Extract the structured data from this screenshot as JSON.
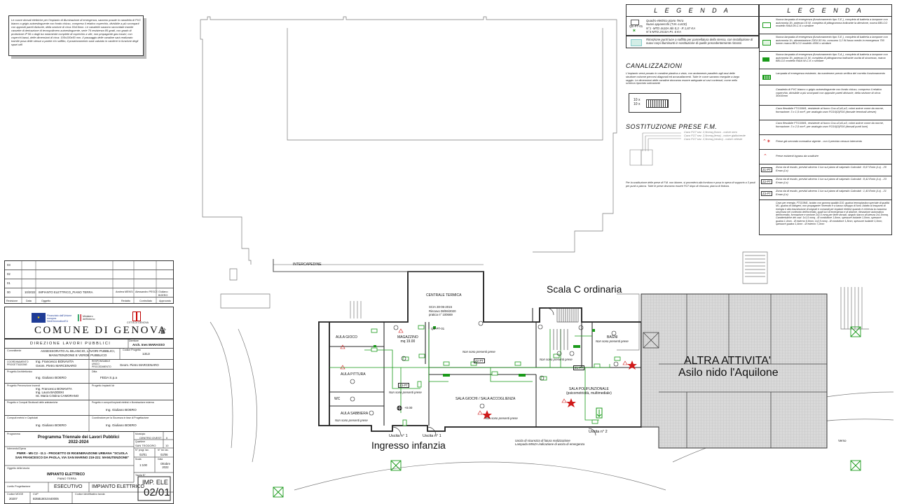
{
  "notes_box": "Le nuove dorsali elettriche per l'impianto di illuminazione di emergenza, saranno posate in canaletta di PVC bianco a grigio autoestinguente con fondo chiuso, compreso il relativo coperchio, divisibile a più scomparti con appositi pareti divisorie, della sezione di circa 30x16mm. Le canalette saranno raccordate tramite cassette di derivazione di tecnopolimero autoestinguente, serie 76 resistenza 85 gradi, con grado di protezione IP 56 o dagli iso notamente complete di coperchio a vite, non propagante gas tossici, con coperchi bassi, delle dimensioni di circa: 100x100x50 mm. Il passaggio delle canaline sarà realizzato tramite posa delle stesse a parete e/o soffitto, il posizionamento sarà valutato in cantiere in funzione degli spazi utili",
  "plan": {
    "intercapedine": "INTERCAPEDINE",
    "centrale_termica": "CENTRALE TERMICA",
    "scia": "SCIA 28-06-2015\nRinnovo 08/06/2020\npratica n° 100669",
    "scala_c": "Scala C ordinaria",
    "altra_attivita": "ALTRA ATTIVITA'",
    "asilo": "Asilo nido l'Aquilone",
    "ingresso": "Ingresso infanzia",
    "uscita1a": "Uscita n° 1",
    "uscita1b": "Uscita n° 1",
    "uscita2": "Uscita n° 2",
    "aula_gioco": "AULA GIOCO",
    "aula_pittura": "AULA PITTURA",
    "aula_sabbiera": "AULA SABBIERA",
    "magazzino": "MAGAZZINO\nmq 19.00",
    "sala_giochi": "SALA GIOCHI / SALA ACCOGLIENZA",
    "sala_poli": "SALA POLIFUNZIONALE\n(psicomotricità, multimediale)",
    "bagni": "BAGNI",
    "wc": "WC",
    "non_prese_1": "Non sono presenti prese",
    "non_prese_2": "Non sono presenti prese",
    "non_prese_3": "Non sono presenti prese",
    "non_prese_4": "Non sono presenti prese",
    "non_prese_5": "Non sono presenti prese",
    "non_prese_6": "Non sono presenti prese",
    "qe": "QE-PT-01",
    "z1": "Z1-PT",
    "z2": "Z2-PT",
    "z3": "Z3-PT",
    "quota": "+0.00",
    "verso": "Verso",
    "uscita_note": "Uscita di sicurezza di futura realizzazione\nLampada IMNZA indicazione di uscita di emergenza"
  },
  "legend_left": {
    "heading": "L E G E N D A",
    "qe_label": "QE-PT-01",
    "qe_text": "Quadro elettrico piano Terra\nNuovi apparecchi (T.M.-LUCE)\nN°1 -MTD 4x10A Idn 0,3 - R 1,67 KA\nN°4-MTD 2X10A-P.I. 6 KA",
    "rim_text": "Rimozione punti luce a soffitto per pannellatura della stessa, con installazione di nuovi corpi illuminanti in sostituzione di quelle precedentemente rimossi",
    "canal_title": "CANALIZZAZIONI",
    "canal_text": "L'impianto verrà posato in canaline plastica a vista, con andamento parallelo agli assi delle strutture colonne percorsi diagonali ed accavallamenti. Tutte le curve saranno eseguite a largo raggio. Le dimensioni delle canaline dovranno essere adeguate ai cavi contenuti, come nello schema riportato sottostante",
    "canal_row1": "10 x",
    "canal_row2": "10 x",
    "prese_title": "SOSTITUZIONE PRESE F.M.",
    "prese_line1": "Cavo FG7 sez. 2,5mmq (fuoco - colore nero",
    "prese_line2": "Cavo FG7 sez. 2,5mmq (terra) - colore giallo/verde",
    "prese_line3": "Cavo FG7 sez. 2,5mmq (neutro) - colore celeste",
    "prese_note": "Per la sostituzione delle prese di F.M. non idonee, si procederà alla fornitura e posa in opera di supporto a 3 posti per punti a placca. Tutte le prese dovranno essere FG7 dopo di chiusura, placca di finitura."
  },
  "legend_right": {
    "heading": "L E G E N D A",
    "items": [
      "Nuova lampada di emergenza (funzionamento tipo S.E.), completa di batteria a tampone con autonomia 3h, potenza 15 W, completa di pittogramma indicante la direzione, marca BELCO modello RAIA W-C-K o similare",
      "Nuova lampada di emergenza (funzionamento tipo S.E.), completa di batteria a tampone con autonomia 1h, alimentazione 230V-50 Hz, consumo 3,2 W-fusso medio in emergenza 700 lumen marca BELCO modello 4006 o similare",
      "Nuova lampada di emergenza (funzionamento tipo S.A.), completa di batteria a tampone con autonomia 3h, potenza 11 W, completa di pittogramma indicante uscita di sicurezza, marca BELCO modello RAIA W-C-K o similare",
      "Lampada di emergenza esistente, da mantenere previa verifica del corretto funzionamento",
      "Canaletta di PVC bianco o grigio autoestinguente con fondo chiuso, compreso il relativo coperchio, divisibile a più scomparti con apposite pareti divisorie, della sezione di circa: 30x16mm",
      "Cavo flessibile FTG10M1, resistente al fuoco Cca-s3,d1,a3, colori anime come da norme, formazione: 3 x 1,5 mm², per analogia cavo FG16(O)R16 (dorsale terminali utenze)",
      "Cavo flessibile FTG10M1, resistente al fuoco Cca-s3,d1,a3, colori anime come da norme, formazione: 3 x 2,5 mm², per analogia cavo FG16(O)R16 (dorsali punti luce)",
      "Prese già secondo normativa vigente - con il previsto nessun intervento",
      "Prese esistenti bypass da sostituire",
      "Zona via di esodo, previsti almeno 1 lux sul piano di calpestio Calcolati : 8,67 Emin (Lx) - 20 Emax (Lx)",
      "Zona via di esodo, previsti almeno 1 lux sul piano di calpestio Calcolati : 8,42 Emin (Lx) - 23 Emax (Lx)",
      "Zona via di esodo, previsti almeno 1 lux sul piano di calpestio Calcolati : 1,40 Emin (Lx) - 21 Emax (Lx)",
      "Cavo per energia, FTG10M1, isolato con gomma qualità G10, guaina termoplastica speciale di qualità M1, guaina di obiogeni, non propagante l'incendio e a basso sviluppo di fumi. Adatto al trasporto di energia e alla trasmissione di segnali e comandi per impianti elettrici quando è richiesta la massima sicurezza nel confronto dell'incendio, quali luci di emergenza e di allarme, rilevazione automatica dell'incendio, formazione e sezione 2x2,5 mmq per linee dorsali, singolo stacco al\\'utenza 2x1,5mmq. Caratteristiche dei cavi: 1x1,5 mmq - Ø conduttore 1,6mm, spessore isolante 1,0mm, spessore guaina 1,4mm - Ø esterno 6,9mm; 1x2,5 mmq - Ø conduttore 1,8mm, spessore isolante 1,0mm, spessore guaina 1,4mm - Ø esterno 7,2mm"
    ],
    "z_tags": [
      "Z1-PT",
      "Z2-PT",
      "Z3-PT"
    ]
  },
  "revisions": {
    "rows": [
      [
        "03",
        "",
        "",
        "",
        "",
        "",
        ""
      ],
      [
        "02",
        "",
        "",
        "",
        "",
        "",
        ""
      ],
      [
        "01",
        "",
        "",
        "",
        "",
        "",
        ""
      ],
      [
        "00",
        "10/2022",
        "IMPIANTO ELETTRICO_PIANO TERRA",
        "",
        "Andrea MENSI",
        "Alessandro PESCE",
        "Giuliano BOERO"
      ]
    ],
    "head": [
      "Revisione",
      "Data",
      "Oggetto",
      "",
      "Redatto",
      "Controllato",
      "Approvato"
    ]
  },
  "title_block": {
    "city": "COMUNE DI GENOVA",
    "dir": "DIREZIONE LAVORI PUBBLICI",
    "direttore_label": "Direttore",
    "direttore": "Arch. Ines MARASSO",
    "committente_label": "Committente",
    "committente": "ASSESSORATO AL BILANCIO, LAVORI PUBBLICI, MANUTENZIONE E VERDE PUBBLICO",
    "codice_label": "Codice Progetto",
    "codice": "1313",
    "coord_label": "COORDINAMENTO PROGETTAZIONE",
    "coord": "Ing. Francesco BONAVITA\nGeom. Pietro MARCENARO",
    "resp_label": "RESPONSABILE UNICO PROCEDIMENTO",
    "resp": "Geom. Pietro MARCENARO",
    "arch_label": "Progetto Architettonico",
    "arch": "Ing. Giuliano BOERO",
    "ditta_label": "Ditta",
    "ditta": "FEDA S.p.a",
    "prev_label": "Progetto Prevenzione Incendi",
    "prev": "Ing. Francesco BONAVITA\nIng. Laura BADDEKI\nIst. Maria Cristina CAMORANO",
    "impianti_label": "Progetto Impianti Idr",
    "strut_label": "Progetto e Computi Strutturali delle antisismiche",
    "strut2_label": "Progetto e computi Impianti elettrici e illuminazione esterna",
    "strut2": "Ing. Giuliano BOERO",
    "computi_label": "Computi metrici e Capitolati",
    "computi": "Ing. Giuliano BOERO",
    "sicur_label": "Coordinatore per la Sicurezza in fase di Progettazione",
    "sicur": "Ing. Giuliano BOERO",
    "programma_label": "Programma",
    "programma": "Programma Triennale dei Lavori Pubblici\n2022-2024",
    "municipio_label": "Municipio",
    "municipio": "CENTRO OVEST",
    "municipio_n": "II",
    "quartiere_label": "Quartiere",
    "quartiere": "SAN TEODORO",
    "quartiere_n": "10",
    "intervento_label": "Intervento/Opera",
    "intervento": "PNRR - M5 C2 - I2.1 - PROGETTO DI RIGENERAZIONE URBANA \"SCUOLA SAN FRANCESCO DA PAOLA, VIA SAN MARINO 219-221: MANUTENZIONE\"",
    "prog_label": "N° progr. tav.",
    "prog": "02/01",
    "tot_label": "N° tot. tav.",
    "tot": "02/06",
    "oggetto_label": "Oggetto della tavola",
    "oggetto": "IMPIANTO ELETTRICO",
    "oggetto2": "PIANO TERRA",
    "scala_label": "Scala",
    "scala": "1:100",
    "data_label": "Data",
    "data": "Ottobre\n2022",
    "livello_label": "Livello Progettazione",
    "livello": "ESECUTIVO",
    "tipo": "IMPIANTO ELETTRICO",
    "tavola_label": "Tavola N°",
    "tavola1": "IMP. ELE",
    "tavola2": "02/01",
    "mous_label": "Codice MOGE",
    "mous": "20207",
    "cup_label": "CUP",
    "cup": "B35B18010440005",
    "ident_label": "Codice identificativo tavola",
    "eu_text": "Finanziato dall'Unione europea NextGenerationEU",
    "ministry_text": "Ministero dell'Interno",
    "city_badge": "CITTÀ DI GENOVA"
  }
}
